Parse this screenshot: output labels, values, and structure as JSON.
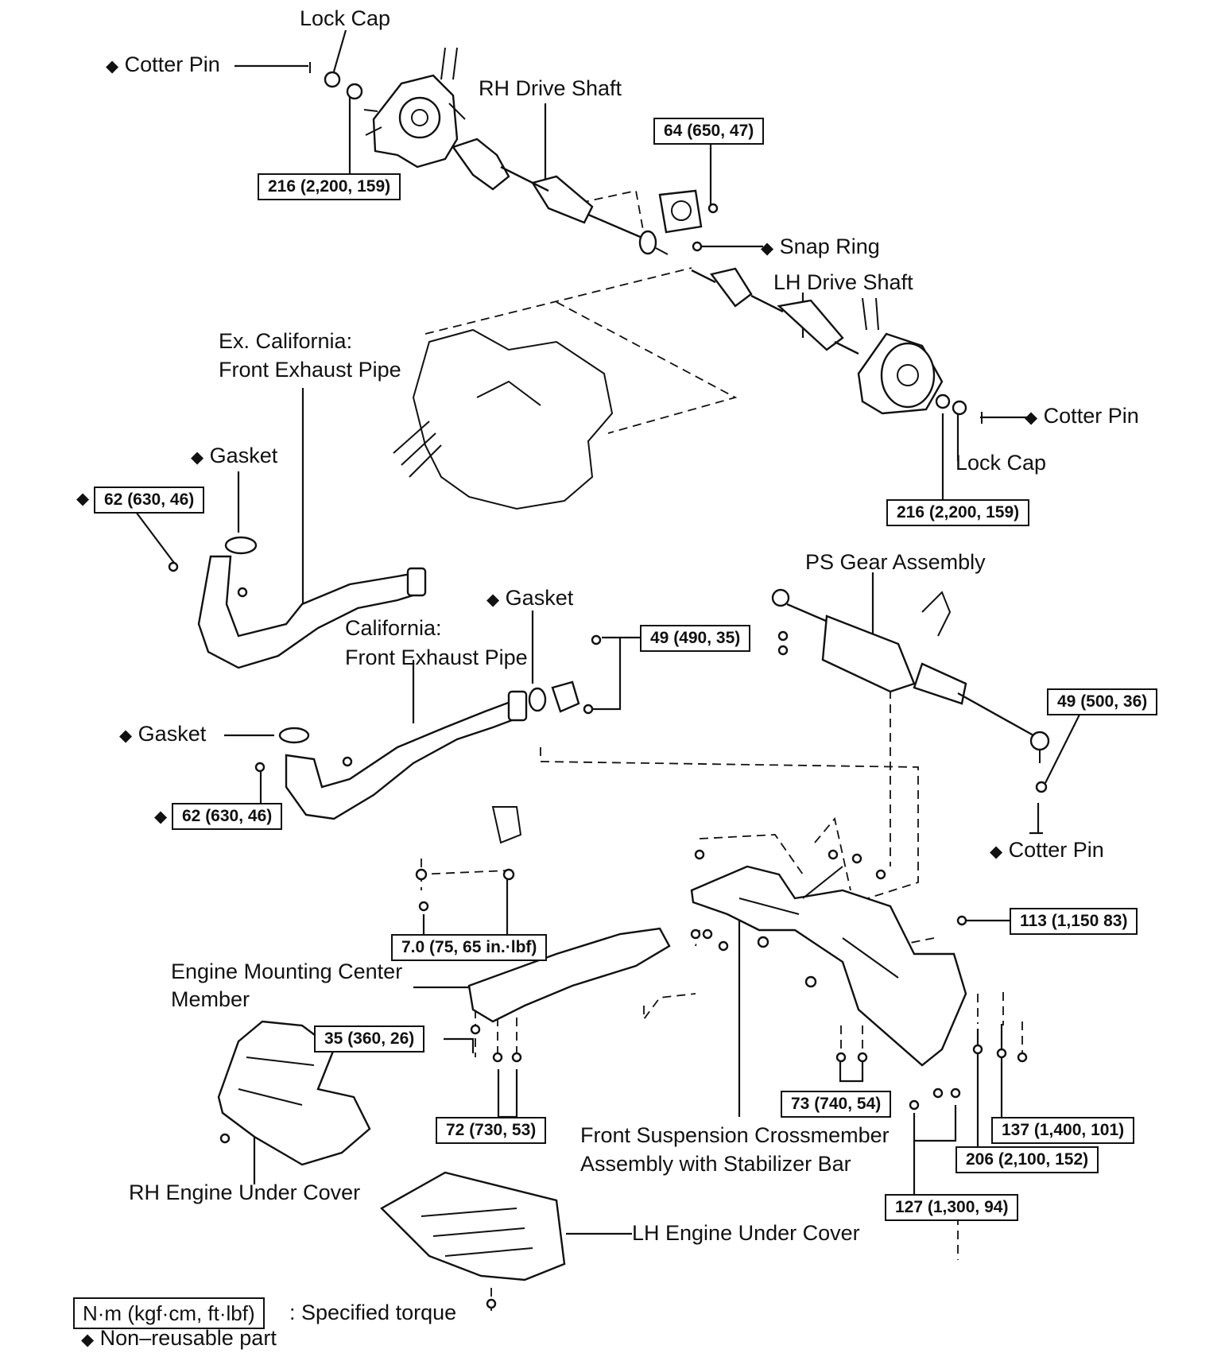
{
  "labels": {
    "lock_cap_top": "Lock Cap",
    "cotter_pin_top": "Cotter Pin",
    "rh_drive_shaft": "RH Drive Shaft",
    "snap_ring": "Snap Ring",
    "lh_drive_shaft": "LH Drive Shaft",
    "ex_california_1": "Ex. California:",
    "ex_california_2": "Front Exhaust Pipe",
    "cotter_pin_right": "Cotter Pin",
    "lock_cap_right": "Lock Cap",
    "gasket_upper": "Gasket",
    "ps_gear_assembly": "PS Gear Assembly",
    "gasket_mid": "Gasket",
    "california_1": "California:",
    "california_2": "Front Exhaust Pipe",
    "gasket_lower": "Gasket",
    "cotter_pin_lower": "Cotter Pin",
    "engine_mounting_1": "Engine Mounting Center",
    "engine_mounting_2": "Member",
    "front_suspension_1": "Front Suspension Crossmember",
    "front_suspension_2": "Assembly with Stabilizer Bar",
    "rh_engine_under_cover": "RH Engine Under Cover",
    "lh_engine_under_cover": "LH Engine Under Cover"
  },
  "torques": {
    "t_64": "64 (650, 47)",
    "t_216_top": "216 (2,200, 159)",
    "t_216_right": "216 (2,200, 159)",
    "t_62_upper": "62 (630, 46)",
    "t_49_490": "49 (490, 35)",
    "t_49_500": "49 (500, 36)",
    "t_62_lower": "62 (630, 46)",
    "t_113": "113 (1,150 83)",
    "t_70": "7.0 (75, 65 in.·lbf)",
    "t_35": "35 (360, 26)",
    "t_73": "73 (740, 54)",
    "t_72": "72 (730, 53)",
    "t_137": "137 (1,400, 101)",
    "t_206": "206 (2,100, 152)",
    "t_127": "127 (1,300, 94)"
  },
  "legend": {
    "unit_box": "N·m (kgf·cm, ft·lbf)",
    "unit_text": ": Specified torque",
    "nonreusable": "Non–reusable part"
  },
  "symbols": {
    "diamond": "◆"
  }
}
